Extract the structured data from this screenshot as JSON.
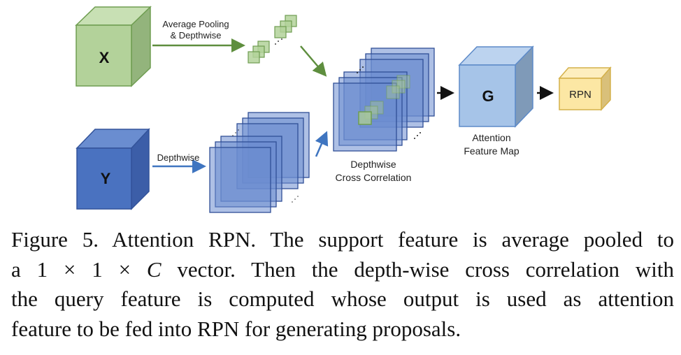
{
  "figure": {
    "support_cube": {
      "label": "X",
      "color_front": "#b3d29a",
      "color_top": "#c8e0b4",
      "color_side": "#93b47c",
      "stroke": "#6f9d51"
    },
    "query_cube": {
      "label": "Y",
      "color_front": "#4a72c0",
      "color_top": "#6a8dd0",
      "color_side": "#3c5ea8",
      "stroke": "#33539a"
    },
    "attention_cube": {
      "label": "G",
      "color_front": "#a6c4e8",
      "color_top": "#bcd3ef",
      "color_side": "#7f9ab8",
      "stroke": "#5d8ac8"
    },
    "rpn_box": {
      "label": "RPN",
      "color_front": "#fce7a4",
      "color_top": "#fdeebf",
      "color_side": "#d9c07a",
      "stroke": "#d4b04a"
    },
    "arrow_pool_label_line1": "Average Pooling",
    "arrow_pool_label_line2": "& Depthwise",
    "arrow_depthwise_label": "Depthwise",
    "correlation_label_line1": "Depthwise",
    "correlation_label_line2": "Cross Correlation",
    "attention_label_line1": "Attention",
    "attention_label_line2": "Feature Map",
    "colors": {
      "green_arrow": "#5e8e3e",
      "blue_arrow": "#3f75c0",
      "black_arrow": "#111111",
      "layer_fill": "#6b8dd0",
      "layer_stroke": "#2f4f96"
    }
  },
  "caption": {
    "line1": "Figure 5. Attention RPN. The support feature is average pooled to",
    "line2_pre": "a 1 × 1 × ",
    "line2_var": "C",
    "line2_post": " vector.  Then the depth-wise cross correlation with",
    "line3": "the query feature is computed whose output is used as attention",
    "line4": "feature to be fed into RPN for generating proposals."
  }
}
